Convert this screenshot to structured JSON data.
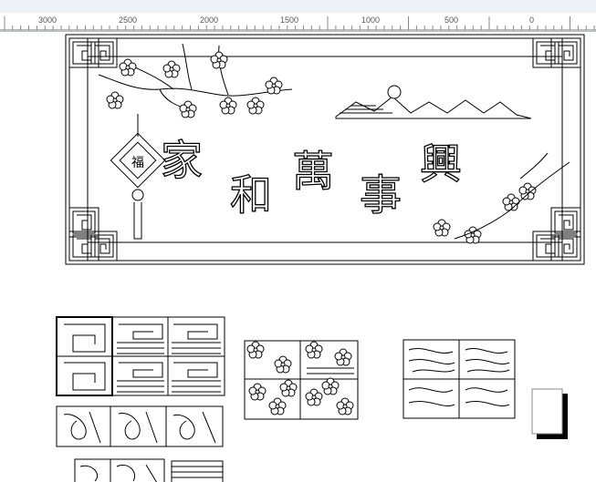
{
  "ruler": {
    "ticks": [
      {
        "label": "3000"
      },
      {
        "label": "2500"
      },
      {
        "label": "2000"
      },
      {
        "label": "1500"
      },
      {
        "label": "1000"
      },
      {
        "label": "500"
      },
      {
        "label": "0"
      }
    ]
  },
  "artwork": {
    "main_panel": {
      "calligraphy": [
        "家",
        "和",
        "萬",
        "事",
        "興"
      ],
      "hanging_ornament_character": "福"
    }
  },
  "colors": {
    "stroke": "#000000",
    "page_bg": "#ffffff",
    "ruler_bg": "#ffffff",
    "top_strip": "#eef2f7"
  }
}
